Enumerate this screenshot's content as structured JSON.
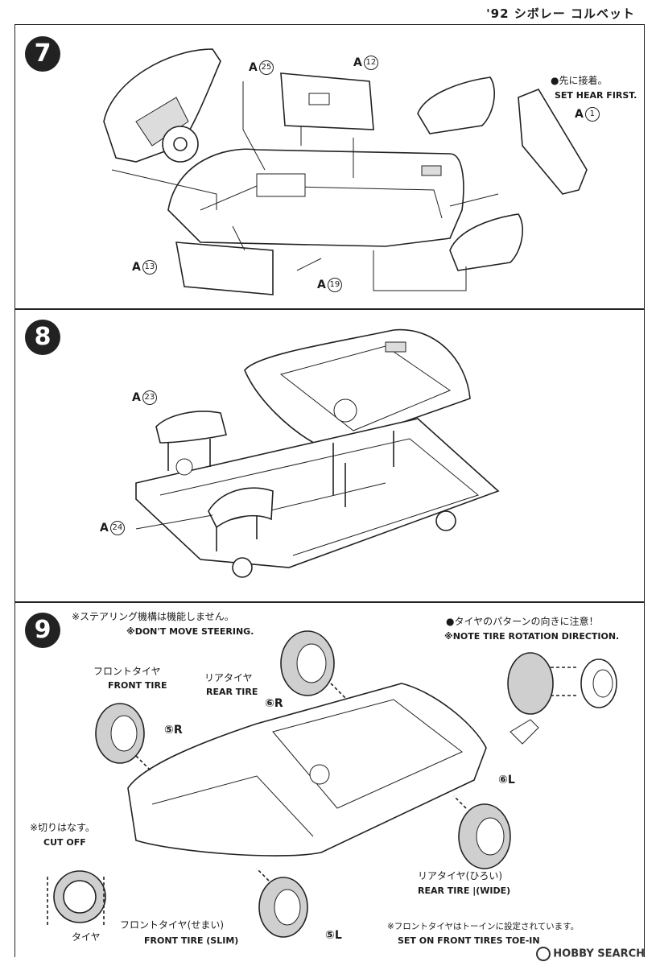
{
  "header": {
    "title": "'92 シボレー コルベット"
  },
  "step7": {
    "number": "7",
    "parts": {
      "a25": "25",
      "a12": "12",
      "a1": "1",
      "a13": "13",
      "a19": "19"
    },
    "part_letter": "A",
    "note_jp": "●先に接着。",
    "note_en": "SET HEAR FIRST."
  },
  "step8": {
    "number": "8",
    "part_letter": "A",
    "parts": {
      "a23": "23",
      "a24": "24"
    }
  },
  "step9": {
    "number": "9",
    "steering_note_jp": "※ステアリング機構は機能しません。",
    "steering_note_en": "※DON'T MOVE STEERING.",
    "tire_note_jp": "●タイヤのパターンの向きに注意！",
    "tire_note_en": "※NOTE TIRE ROTATION DIRECTION.",
    "front_tire_jp": "フロントタイヤ",
    "front_tire_en": "FRONT TIRE",
    "rear_tire_jp": "リアタイヤ",
    "rear_tire_en": "REAR TIRE",
    "part5r": "⑤R",
    "part6r": "⑥R",
    "part6l": "⑥L",
    "part5l": "⑤L",
    "cut_note_jp": "※切りはなす。",
    "cut_note_en": "CUT OFF",
    "tire_label": "タイヤ",
    "rear_wide_jp": "リアタイヤ(ひろい)",
    "rear_wide_en": "REAR TIRE |(WIDE)",
    "front_slim_jp": "フロントタイヤ(せまい)",
    "front_slim_en": "FRONT TIRE (SLIM)",
    "toein_jp": "※フロントタイヤはトーインに設定されています。",
    "toein_en": "SET ON FRONT TIRES TOE-IN"
  },
  "watermark": {
    "text": "HOBBY SEARCH"
  }
}
